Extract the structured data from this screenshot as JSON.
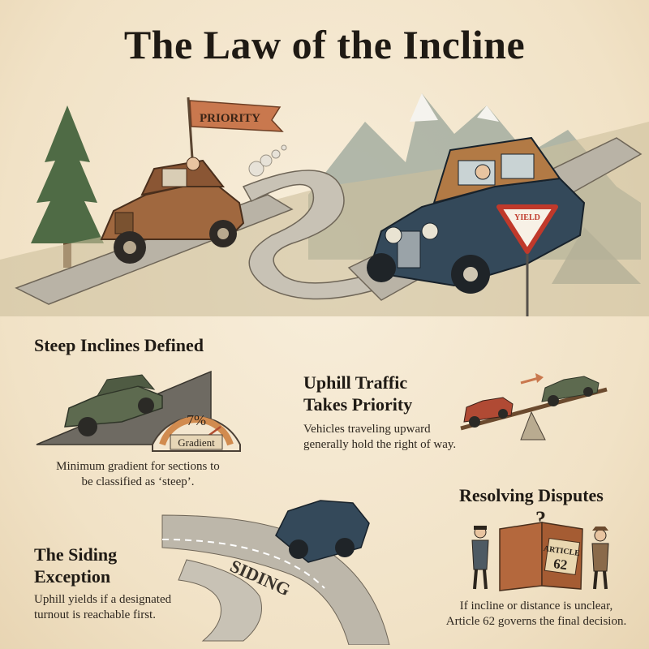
{
  "title": "The Law of the Incline",
  "hero": {
    "flag_label": "PRIORITY",
    "sign_label": "YIELD"
  },
  "steep": {
    "heading": "Steep Inclines Defined",
    "gauge_value": "7%",
    "gauge_label": "Gradient",
    "caption_line1": "Minimum gradient for sections to",
    "caption_line2": "be classified as ‘steep’."
  },
  "uphill": {
    "heading_line1": "Uphill Traffic",
    "heading_line2": "Takes Priority",
    "body_line1": "Vehicles traveling upward",
    "body_line2": "generally hold the right of way."
  },
  "siding": {
    "road_label": "SIDING",
    "heading_line1": "The Siding",
    "heading_line2": "Exception",
    "body_line1": "Uphill yields if a designated",
    "body_line2": "turnout is reachable first."
  },
  "disputes": {
    "heading": "Resolving Disputes",
    "book_line1": "ARTICLE",
    "book_line2": "62",
    "question_mark": "?",
    "body_line1": "If incline or distance is unclear,",
    "body_line2": "Article 62 governs the final decision."
  },
  "colors": {
    "paper": "#f3e6cf",
    "ink": "#2b241c",
    "car_brown": "#a0683f",
    "car_navy": "#34495a",
    "car_green": "#5d6a4f",
    "flag": "#c9784e",
    "sign_red": "#c0392b",
    "tree": "#4f6b45"
  }
}
